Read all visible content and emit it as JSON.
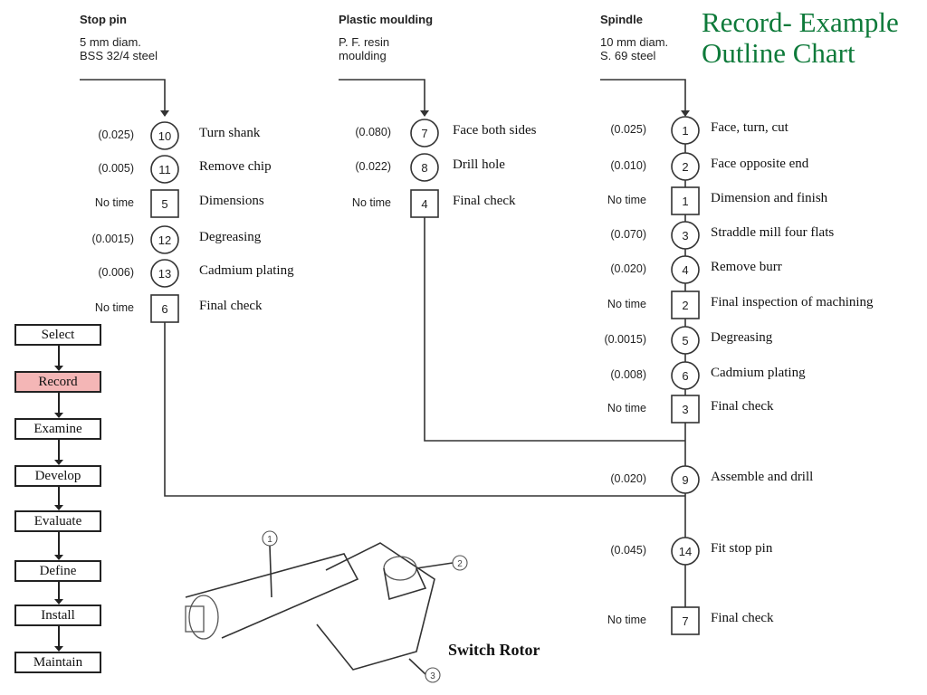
{
  "title": {
    "line1": "Record- Example",
    "line2": "Outline Chart"
  },
  "columns": [
    {
      "heading": "Stop pin",
      "spec1": "5 mm diam.",
      "spec2": "BSS 32/4 steel"
    },
    {
      "heading": "Plastic moulding",
      "spec1": "P. F. resin",
      "spec2": "moulding"
    },
    {
      "heading": "Spindle",
      "spec1": "10 mm diam.",
      "spec2": "S. 69 steel"
    }
  ],
  "stop_pin_steps": [
    {
      "time": "(0.025)",
      "num": "10",
      "shape": "operation",
      "desc": "Turn shank"
    },
    {
      "time": "(0.005)",
      "num": "11",
      "shape": "operation",
      "desc": "Remove chip"
    },
    {
      "time": "No time",
      "num": "5",
      "shape": "inspection",
      "desc": "Dimensions"
    },
    {
      "time": "(0.0015)",
      "num": "12",
      "shape": "operation",
      "desc": "Degreasing"
    },
    {
      "time": "(0.006)",
      "num": "13",
      "shape": "operation",
      "desc": "Cadmium plating"
    },
    {
      "time": "No time",
      "num": "6",
      "shape": "inspection",
      "desc": "Final check"
    }
  ],
  "moulding_steps": [
    {
      "time": "(0.080)",
      "num": "7",
      "shape": "operation",
      "desc": "Face both sides"
    },
    {
      "time": "(0.022)",
      "num": "8",
      "shape": "operation",
      "desc": "Drill hole"
    },
    {
      "time": "No time",
      "num": "4",
      "shape": "inspection",
      "desc": "Final check"
    }
  ],
  "spindle_steps": [
    {
      "time": "(0.025)",
      "num": "1",
      "shape": "operation",
      "desc": "Face, turn, cut"
    },
    {
      "time": "(0.010)",
      "num": "2",
      "shape": "operation",
      "desc": "Face opposite end"
    },
    {
      "time": "No time",
      "num": "1",
      "shape": "inspection",
      "desc": "Dimension and finish"
    },
    {
      "time": "(0.070)",
      "num": "3",
      "shape": "operation",
      "desc": "Straddle mill four flats"
    },
    {
      "time": "(0.020)",
      "num": "4",
      "shape": "operation",
      "desc": "Remove burr"
    },
    {
      "time": "No time",
      "num": "2",
      "shape": "inspection",
      "desc": "Final inspection of machining"
    },
    {
      "time": "(0.0015)",
      "num": "5",
      "shape": "operation",
      "desc": "Degreasing"
    },
    {
      "time": "(0.008)",
      "num": "6",
      "shape": "operation",
      "desc": "Cadmium plating"
    },
    {
      "time": "No time",
      "num": "3",
      "shape": "inspection",
      "desc": "Final check"
    },
    {
      "time": "(0.020)",
      "num": "9",
      "shape": "operation",
      "desc": "Assemble and drill"
    },
    {
      "time": "(0.045)",
      "num": "14",
      "shape": "operation",
      "desc": "Fit stop pin"
    },
    {
      "time": "No time",
      "num": "7",
      "shape": "inspection",
      "desc": "Final check"
    }
  ],
  "drawing": {
    "caption": "Switch Rotor",
    "callouts": [
      "1",
      "2",
      "3"
    ]
  },
  "nav": {
    "items": [
      "Select",
      "Record",
      "Examine",
      "Develop",
      "Evaluate",
      "Define",
      "Install",
      "Maintain"
    ],
    "active": "Record"
  }
}
